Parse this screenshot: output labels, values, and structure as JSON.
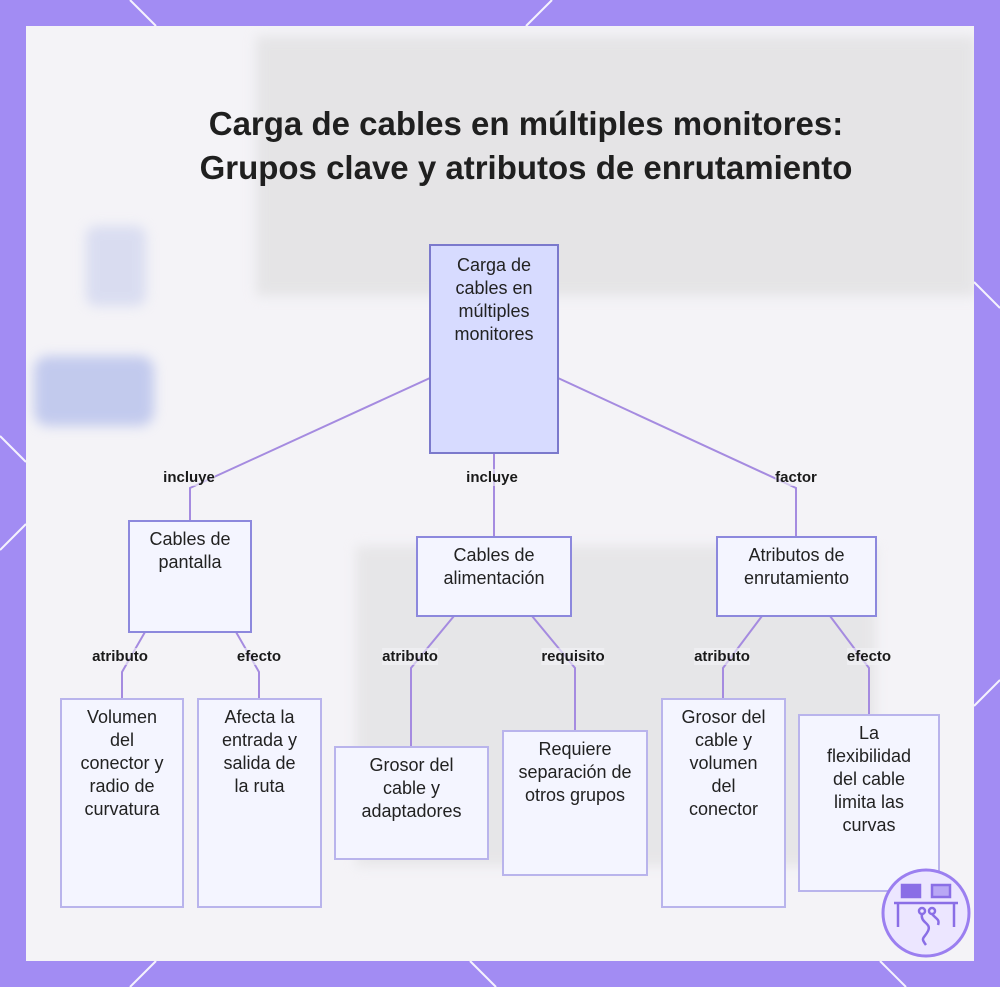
{
  "title": "Carga de cables en múltiples monitores: Grupos clave y atributos de enrutamiento",
  "colors": {
    "background": "#a28cf3",
    "panel": "#f4f3f7",
    "root_fill": "#d7dbff",
    "node_fill": "#f4f5ff",
    "edge": "#a58be0"
  },
  "nodes": {
    "root": "Carga de cables en múltiples monitores",
    "display": "Cables de pantalla",
    "power": "Cables de alimentación",
    "routing": "Atributos de enrutamiento",
    "display_attr": "Volumen del conector y radio de curvatura",
    "display_effect": "Afecta la entrada y salida de la ruta",
    "power_attr": "Grosor del cable y adaptadores",
    "power_req": "Requiere separación de otros grupos",
    "routing_attr": "Grosor del cable y volumen del conector",
    "routing_effect": "La flexibilidad del cable limita las curvas"
  },
  "edge_labels": {
    "root_display": "incluye",
    "root_power": "incluye",
    "root_routing": "factor",
    "display_attr": "atributo",
    "display_effect": "efecto",
    "power_attr": "atributo",
    "power_req": "requisito",
    "routing_attr": "atributo",
    "routing_effect": "efecto"
  },
  "logo_icon": "desk-computers-icon"
}
